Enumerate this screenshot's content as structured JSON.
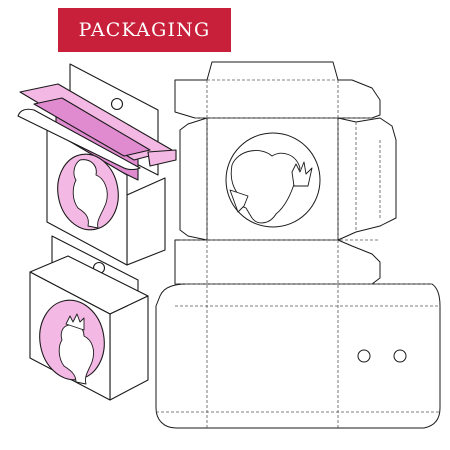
{
  "banner": {
    "title": "PACKAGING"
  },
  "colors": {
    "banner_bg": "#c8203a",
    "banner_text": "#ffffff",
    "outline": "#1a1a1a",
    "fold_line": "#555555",
    "pink_light": "#f3b8e4",
    "pink_mid": "#e08bd0",
    "pink_dark": "#b54aa8"
  },
  "illustrations": [
    "open-box-3d",
    "closed-box-3d",
    "dieline-template"
  ]
}
